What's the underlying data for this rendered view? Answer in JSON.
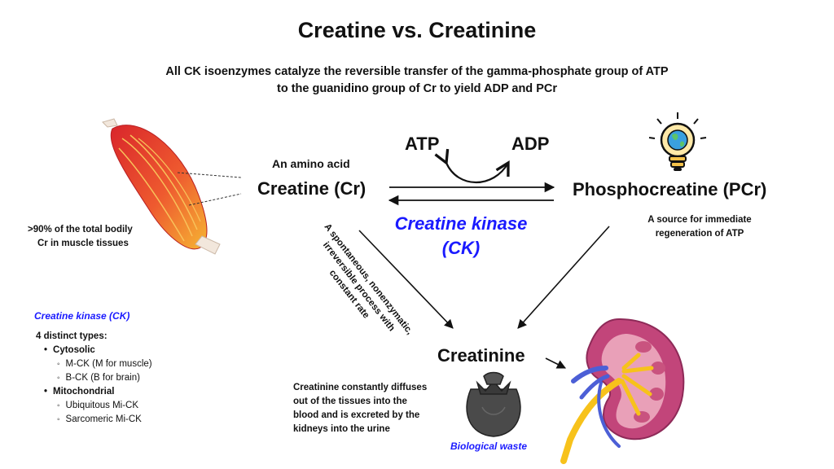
{
  "title": "Creatine vs. Creatinine",
  "subtitle": {
    "line1": "All CK isoenzymes catalyze the reversible transfer of the gamma-phosphate group of ATP",
    "line2": "to the guanidino group of Cr to yield ADP and PCr"
  },
  "reaction": {
    "atp": "ATP",
    "adp": "ADP",
    "amino_acid_label": "An amino acid",
    "creatine": "Creatine (Cr)",
    "phosphocreatine": "Phosphocreatine (PCr)",
    "enzyme_line1": "Creatine kinase",
    "enzyme_line2": "(CK)"
  },
  "muscle_note": {
    "line1": ">90% of the total bodily",
    "line2": "Cr in muscle tissues"
  },
  "pcr_note": {
    "line1": "A source for immediate",
    "line2": "regeneration of ATP"
  },
  "conversion_note": {
    "line1": "A spontaneous, nonenzymatic,",
    "line2": "irreversible process with",
    "line3": "constant rate"
  },
  "creatinine": "Creatinine",
  "creatinine_note": {
    "line1": "Creatinine constantly diffuses",
    "line2": "out of the tissues into the",
    "line3": "blood and is excreted by the",
    "line4": "kidneys into the urine"
  },
  "waste_label": "Biological waste",
  "ck_types": {
    "heading": "Creatine kinase (CK)",
    "count_line": "4  distinct types:",
    "groups": [
      {
        "name": "Cytosolic",
        "items": [
          "M-CK (M for muscle)",
          "B-CK (B for brain)"
        ]
      },
      {
        "name": "Mitochondrial",
        "items": [
          "Ubiquitous Mi-CK",
          "Sarcomeric Mi-CK"
        ]
      }
    ]
  },
  "colors": {
    "enzyme_blue": "#1a1aff",
    "muscle_red": "#e23b2e",
    "muscle_orange": "#f5a623",
    "kidney_pink": "#c2457a",
    "ureter_yellow": "#f7c21b",
    "vein_blue": "#4c5fd6",
    "bag_gray": "#555555"
  },
  "icons": [
    "muscle-illustration",
    "lightbulb-globe-icon",
    "waste-bag-icon",
    "kidney-illustration"
  ]
}
